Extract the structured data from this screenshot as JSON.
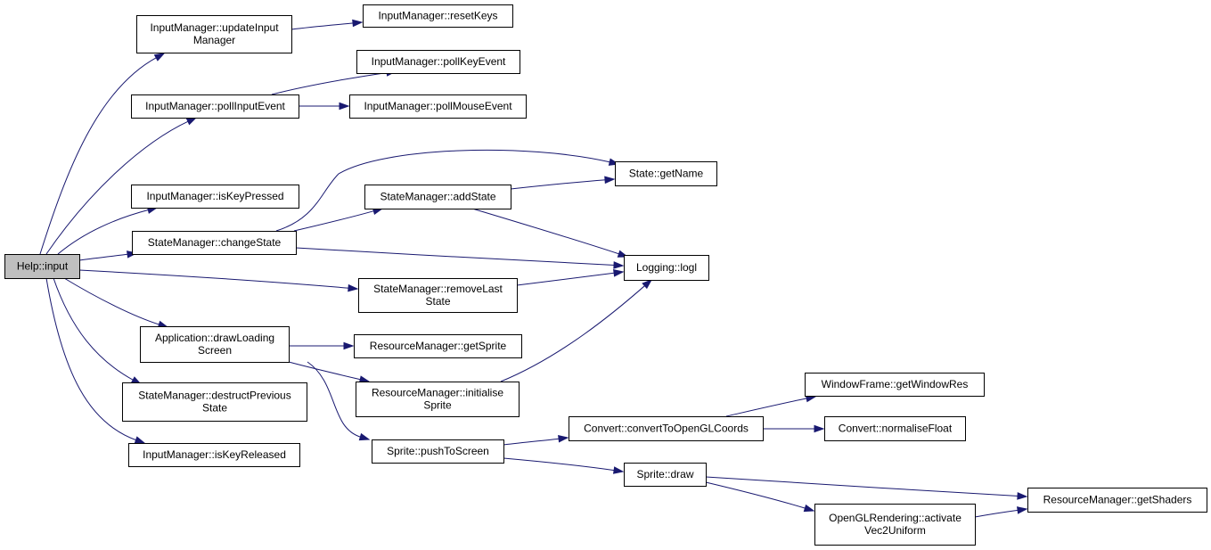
{
  "graph": {
    "title": "",
    "edge_color": "#191970",
    "root_fill": "#bfbfbf",
    "node_fill": "#ffffff",
    "nodes": [
      {
        "id": "help_input",
        "name": "help-input-node",
        "lines": [
          "Help::input"
        ],
        "root": true
      },
      {
        "id": "im_update",
        "name": "input-manager-update-input-manager-node",
        "lines": [
          "InputManager::updateInput",
          "Manager"
        ]
      },
      {
        "id": "im_reset",
        "name": "input-manager-reset-keys-node",
        "lines": [
          "InputManager::resetKeys"
        ]
      },
      {
        "id": "im_pollkey",
        "name": "input-manager-poll-key-event-node",
        "lines": [
          "InputManager::pollKeyEvent"
        ]
      },
      {
        "id": "im_pollinput",
        "name": "input-manager-poll-input-event-node",
        "lines": [
          "InputManager::pollInputEvent"
        ]
      },
      {
        "id": "im_pollmouse",
        "name": "input-manager-poll-mouse-event-node",
        "lines": [
          "InputManager::pollMouseEvent"
        ]
      },
      {
        "id": "state_getname",
        "name": "state-get-name-node",
        "lines": [
          "State::getName"
        ]
      },
      {
        "id": "im_keypressed",
        "name": "input-manager-is-key-pressed-node",
        "lines": [
          "InputManager::isKeyPressed"
        ]
      },
      {
        "id": "sm_addstate",
        "name": "state-manager-add-state-node",
        "lines": [
          "StateManager::addState"
        ]
      },
      {
        "id": "sm_changestate",
        "name": "state-manager-change-state-node",
        "lines": [
          "StateManager::changeState"
        ]
      },
      {
        "id": "logging_logl",
        "name": "logging-logl-node",
        "lines": [
          "Logging::logl"
        ]
      },
      {
        "id": "sm_removelast",
        "name": "state-manager-remove-last-state-node",
        "lines": [
          "StateManager::removeLast",
          "State"
        ]
      },
      {
        "id": "app_drawloading",
        "name": "application-draw-loading-screen-node",
        "lines": [
          "Application::drawLoading",
          "Screen"
        ]
      },
      {
        "id": "rm_getsprite",
        "name": "resource-manager-get-sprite-node",
        "lines": [
          "ResourceManager::getSprite"
        ]
      },
      {
        "id": "rm_initsprite",
        "name": "resource-manager-initialise-sprite-node",
        "lines": [
          "ResourceManager::initialise",
          "Sprite"
        ]
      },
      {
        "id": "sm_destructprev",
        "name": "state-manager-destruct-previous-state-node",
        "lines": [
          "StateManager::destructPrevious",
          "State"
        ]
      },
      {
        "id": "wf_getwindowres",
        "name": "window-frame-get-window-res-node",
        "lines": [
          "WindowFrame::getWindowRes"
        ]
      },
      {
        "id": "conv_toopengl",
        "name": "convert-convert-to-opengl-coords-node",
        "lines": [
          "Convert::convertToOpenGLCoords"
        ]
      },
      {
        "id": "conv_normalise",
        "name": "convert-normalise-float-node",
        "lines": [
          "Convert::normaliseFloat"
        ]
      },
      {
        "id": "sprite_push",
        "name": "sprite-push-to-screen-node",
        "lines": [
          "Sprite::pushToScreen"
        ]
      },
      {
        "id": "im_keyreleased",
        "name": "input-manager-is-key-released-node",
        "lines": [
          "InputManager::isKeyReleased"
        ]
      },
      {
        "id": "sprite_draw",
        "name": "sprite-draw-node",
        "lines": [
          "Sprite::draw"
        ]
      },
      {
        "id": "rm_getshaders",
        "name": "resource-manager-get-shaders-node",
        "lines": [
          "ResourceManager::getShaders"
        ]
      },
      {
        "id": "ogl_activate",
        "name": "opengl-rendering-activate-vec2-uniform-node",
        "lines": [
          "OpenGLRendering::activate",
          "Vec2Uniform"
        ]
      }
    ],
    "edges": [
      {
        "from": "help_input",
        "to": "im_update"
      },
      {
        "from": "help_input",
        "to": "im_pollinput"
      },
      {
        "from": "help_input",
        "to": "im_keypressed"
      },
      {
        "from": "help_input",
        "to": "sm_changestate"
      },
      {
        "from": "help_input",
        "to": "sm_removelast"
      },
      {
        "from": "help_input",
        "to": "app_drawloading"
      },
      {
        "from": "help_input",
        "to": "sm_destructprev"
      },
      {
        "from": "help_input",
        "to": "im_keyreleased"
      },
      {
        "from": "im_update",
        "to": "im_reset"
      },
      {
        "from": "im_pollinput",
        "to": "im_pollkey"
      },
      {
        "from": "im_pollinput",
        "to": "im_pollmouse"
      },
      {
        "from": "sm_changestate",
        "to": "state_getname"
      },
      {
        "from": "sm_changestate",
        "to": "sm_addstate"
      },
      {
        "from": "sm_changestate",
        "to": "logging_logl"
      },
      {
        "from": "sm_addstate",
        "to": "state_getname"
      },
      {
        "from": "sm_addstate",
        "to": "logging_logl"
      },
      {
        "from": "sm_removelast",
        "to": "logging_logl"
      },
      {
        "from": "app_drawloading",
        "to": "rm_getsprite"
      },
      {
        "from": "app_drawloading",
        "to": "rm_initsprite"
      },
      {
        "from": "app_drawloading",
        "to": "sprite_push"
      },
      {
        "from": "rm_initsprite",
        "to": "logging_logl"
      },
      {
        "from": "sprite_push",
        "to": "conv_toopengl"
      },
      {
        "from": "sprite_push",
        "to": "sprite_draw"
      },
      {
        "from": "conv_toopengl",
        "to": "wf_getwindowres"
      },
      {
        "from": "conv_toopengl",
        "to": "conv_normalise"
      },
      {
        "from": "sprite_draw",
        "to": "rm_getshaders"
      },
      {
        "from": "sprite_draw",
        "to": "ogl_activate"
      },
      {
        "from": "ogl_activate",
        "to": "rm_getshaders"
      }
    ]
  }
}
